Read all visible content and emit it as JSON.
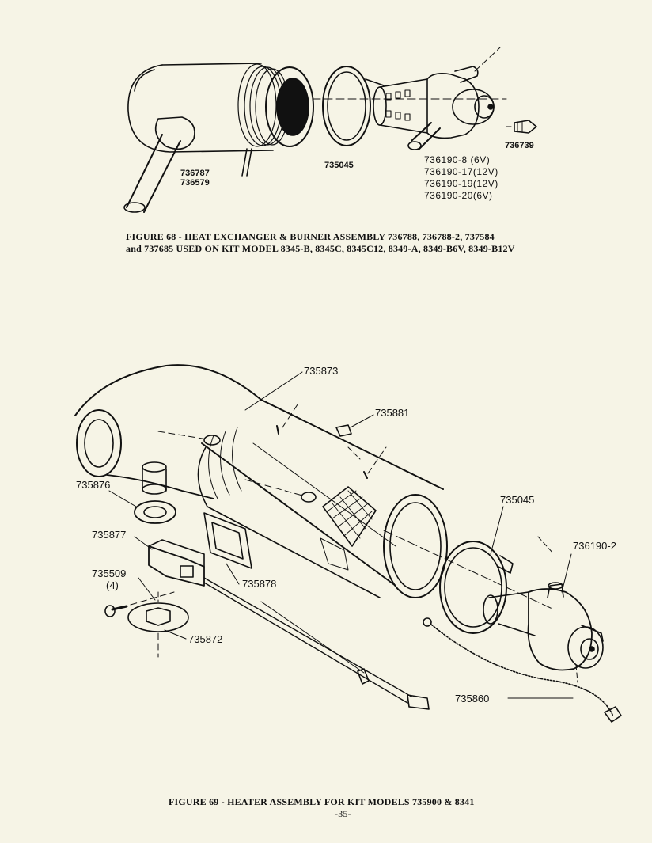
{
  "figure68": {
    "caption_line1": "FIGURE 68 - HEAT EXCHANGER & BURNER ASSEMBLY 736788,  736788-2, 737584",
    "caption_line2": "and 737685 USED ON KIT MODEL 8345-B, 8345C, 8345C12, 8349-A, 8349-B6V, 8349-B12V",
    "parts": {
      "p736787": "736787",
      "p736579": "736579",
      "p735045": "735045",
      "p736739": "736739",
      "p736190_8": "736190-8 (6V)",
      "p736190_17": "736190-17(12V)",
      "p736190_19": "736190-19(12V)",
      "p736190_20": "736190-20(6V)"
    }
  },
  "figure69": {
    "caption": "FIGURE 69 - HEATER ASSEMBLY FOR KIT MODELS 735900 & 8341",
    "parts": {
      "p735873": "735873",
      "p735881": "735881",
      "p735876": "735876",
      "p735045": "735045",
      "p736190_2": "736190-2",
      "p735877": "735877",
      "p735509": "735509",
      "p735509_qty": "(4)",
      "p735878": "735878",
      "p735872": "735872",
      "p735860": "735860"
    }
  },
  "page_number": "-35-"
}
